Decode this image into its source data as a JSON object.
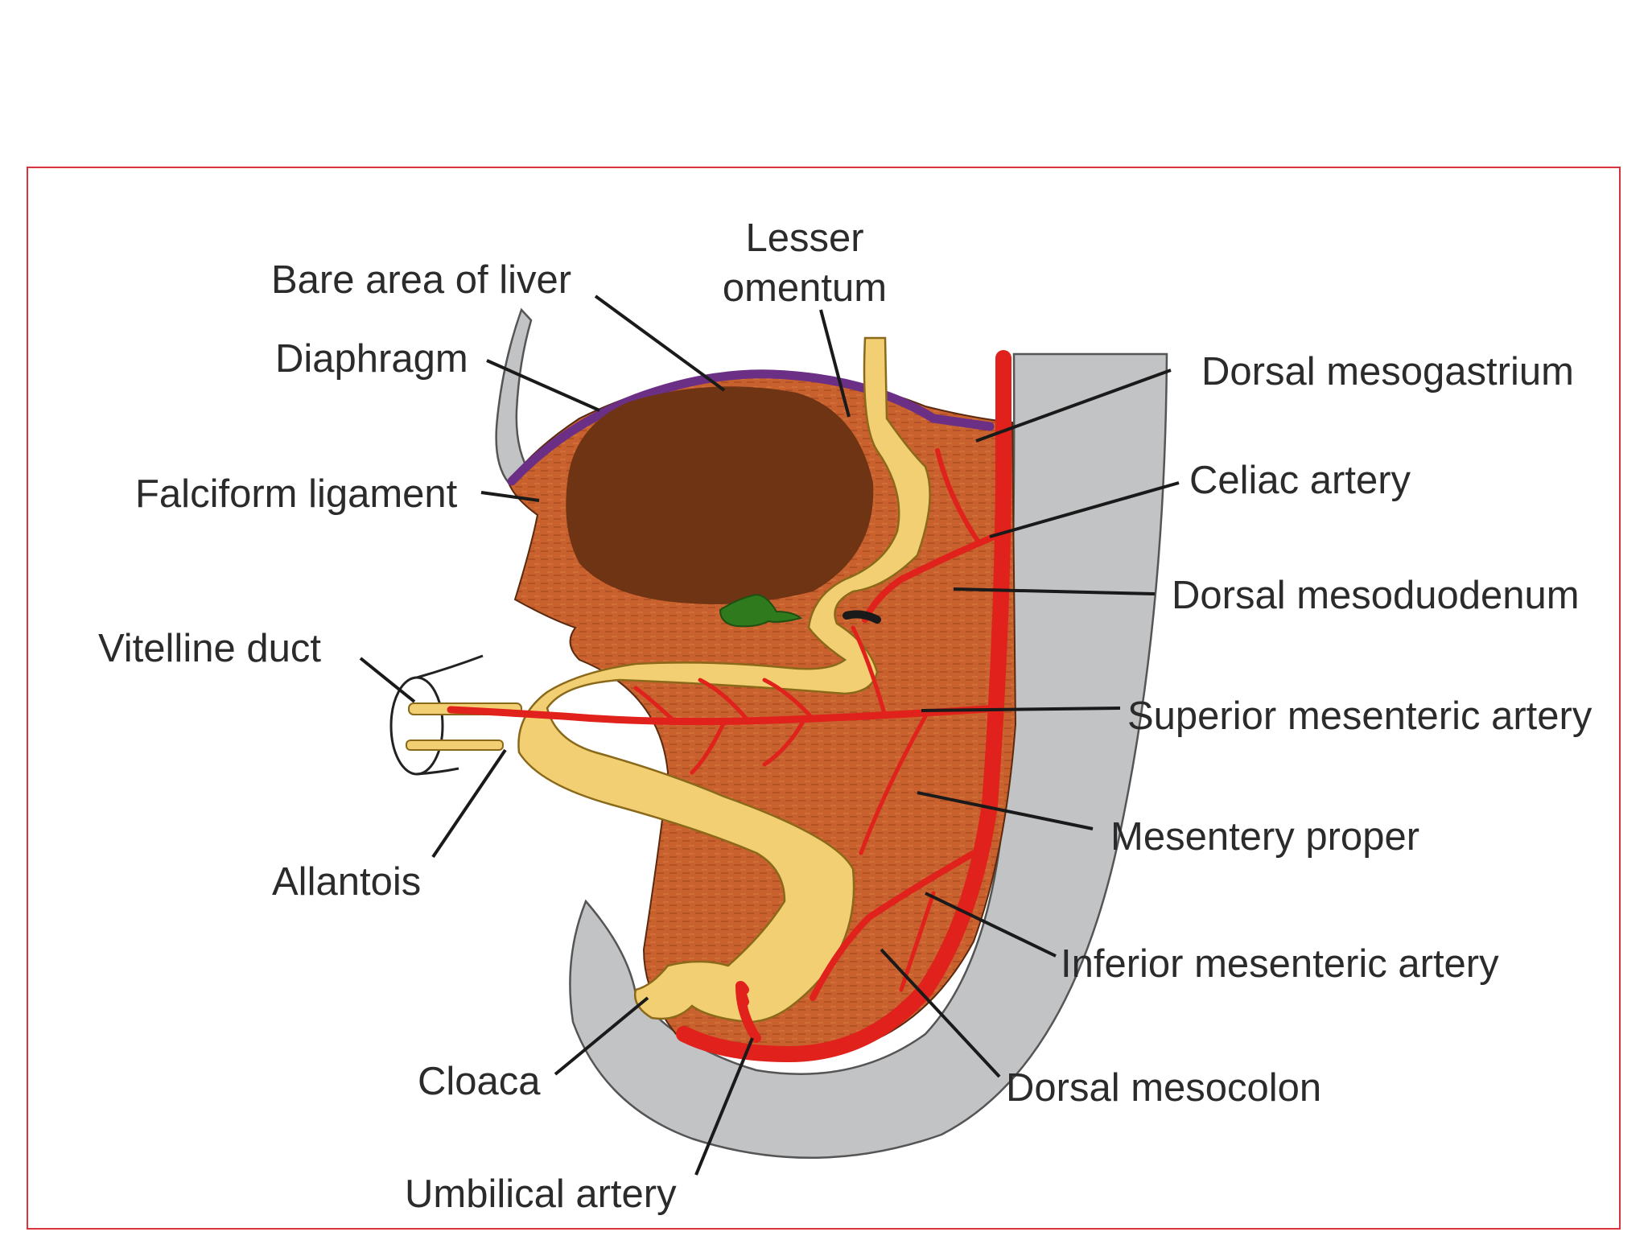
{
  "labels": {
    "bare_area_of_liver": "Bare area of liver",
    "lesser_omentum_line1": "Lesser",
    "lesser_omentum_line2": "omentum",
    "diaphragm": "Diaphragm",
    "dorsal_mesogastrium": "Dorsal mesogastrium",
    "falciform_ligament": "Falciform ligament",
    "celiac_artery": "Celiac artery",
    "dorsal_mesoduodenum": "Dorsal mesoduodenum",
    "vitelline_duct": "Vitelline duct",
    "superior_mesenteric_artery": "Superior mesenteric artery",
    "mesentery_proper": "Mesentery proper",
    "allantois": "Allantois",
    "inferior_mesenteric_artery": "Inferior mesenteric artery",
    "cloaca": "Cloaca",
    "dorsal_mesocolon": "Dorsal mesocolon",
    "umbilical_artery": "Umbilical artery"
  },
  "colors": {
    "frame_border": "#d9333d",
    "body_wall": "#c2c3c5",
    "mesentery": "#c8612d",
    "liver": "#6e3413",
    "diaphragm": "#6b2f86",
    "gut": "#f2cf72",
    "artery": "#e0211c",
    "gallbladder": "#2f7a1c",
    "text": "#2b2b2b"
  }
}
